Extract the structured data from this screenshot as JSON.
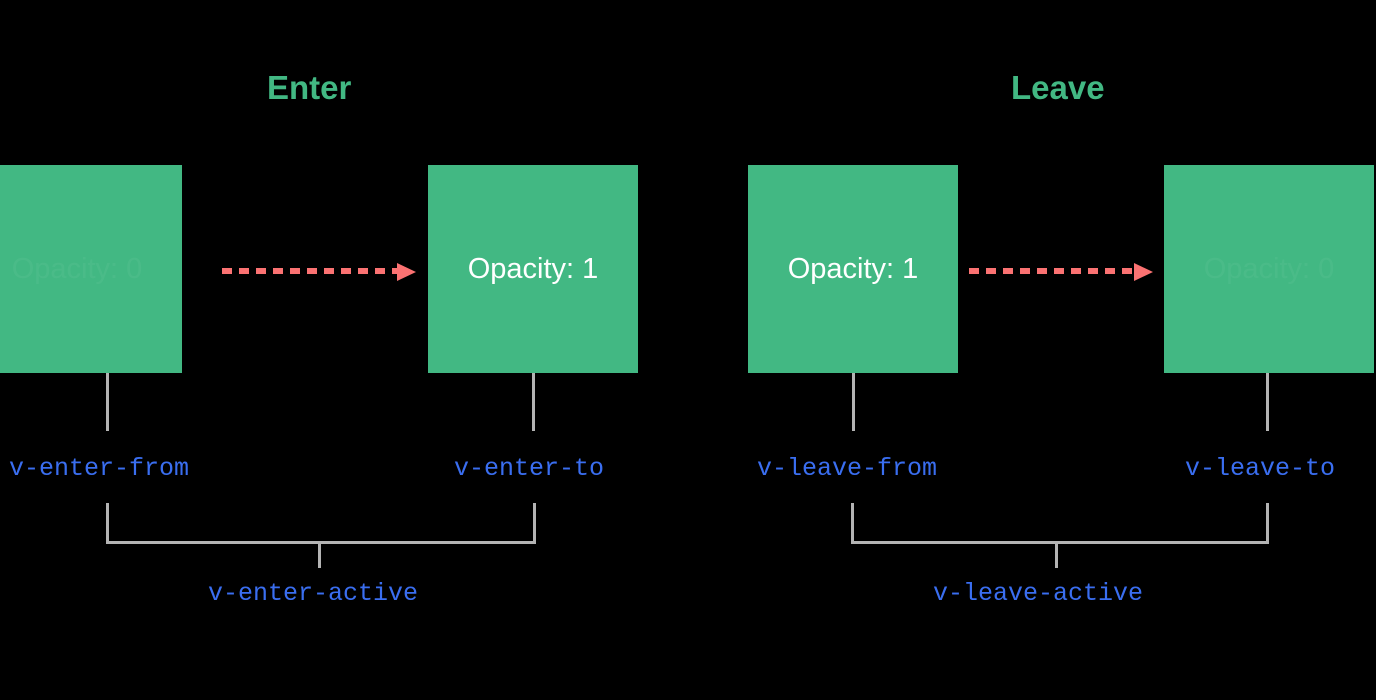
{
  "diagram": {
    "title_enter": "Enter",
    "title_leave": "Leave",
    "accent_green": "#42b883",
    "accent_blue": "#3a6ef0",
    "accent_red": "#fb7272",
    "connector_gray": "#b4b4b4",
    "background": "#000000",
    "box_text_color": "#ffffff"
  },
  "enter": {
    "title": "Enter",
    "from_box": {
      "opacity_label": "Opacity: 0",
      "class_name": "v-enter-from"
    },
    "to_box": {
      "opacity_label": "Opacity: 1",
      "class_name": "v-enter-to"
    },
    "active_class": "v-enter-active",
    "arrow": "dashed-right-arrow"
  },
  "leave": {
    "title": "Leave",
    "from_box": {
      "opacity_label": "Opacity: 1",
      "class_name": "v-leave-from"
    },
    "to_box": {
      "opacity_label": "Opacity: 0",
      "class_name": "v-leave-to"
    },
    "active_class": "v-leave-active",
    "arrow": "dashed-right-arrow"
  }
}
